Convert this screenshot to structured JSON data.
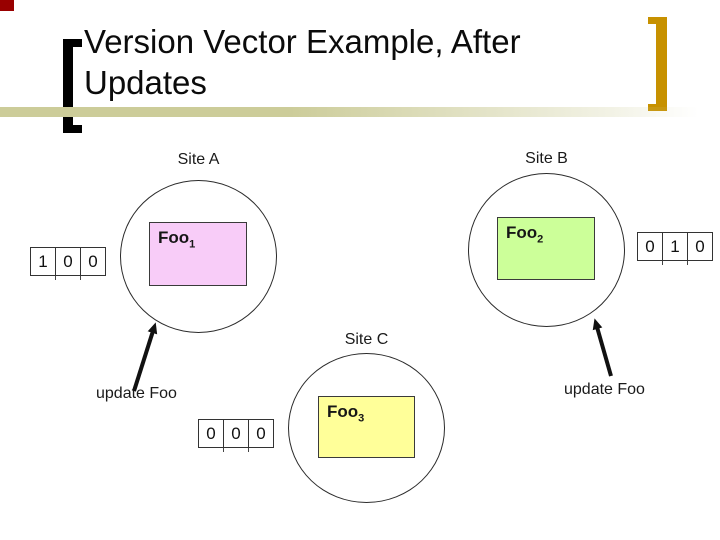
{
  "slide": {
    "title_line1": "Version Vector Example, After",
    "title_line2": "Updates"
  },
  "colors": {
    "corner_square": "#990000",
    "bracket_left": "#000000",
    "bracket_right": "#C79100",
    "underline_bar": "#CCCC99",
    "site_a_doc_fill": "#F8CCF8",
    "site_b_doc_fill": "#CCFF99",
    "site_c_doc_fill": "#FFFF99",
    "arrow": "#111111"
  },
  "sites": {
    "a": {
      "label": "Site A",
      "doc_label": "Foo",
      "doc_sub": "1",
      "vector": [
        "1",
        "0",
        "0"
      ],
      "update_label": "update Foo"
    },
    "b": {
      "label": "Site B",
      "doc_label": "Foo",
      "doc_sub": "2",
      "vector": [
        "0",
        "1",
        "0"
      ],
      "update_label": "update Foo"
    },
    "c": {
      "label": "Site C",
      "doc_label": "Foo",
      "doc_sub": "3",
      "vector": [
        "0",
        "0",
        "0"
      ]
    }
  }
}
